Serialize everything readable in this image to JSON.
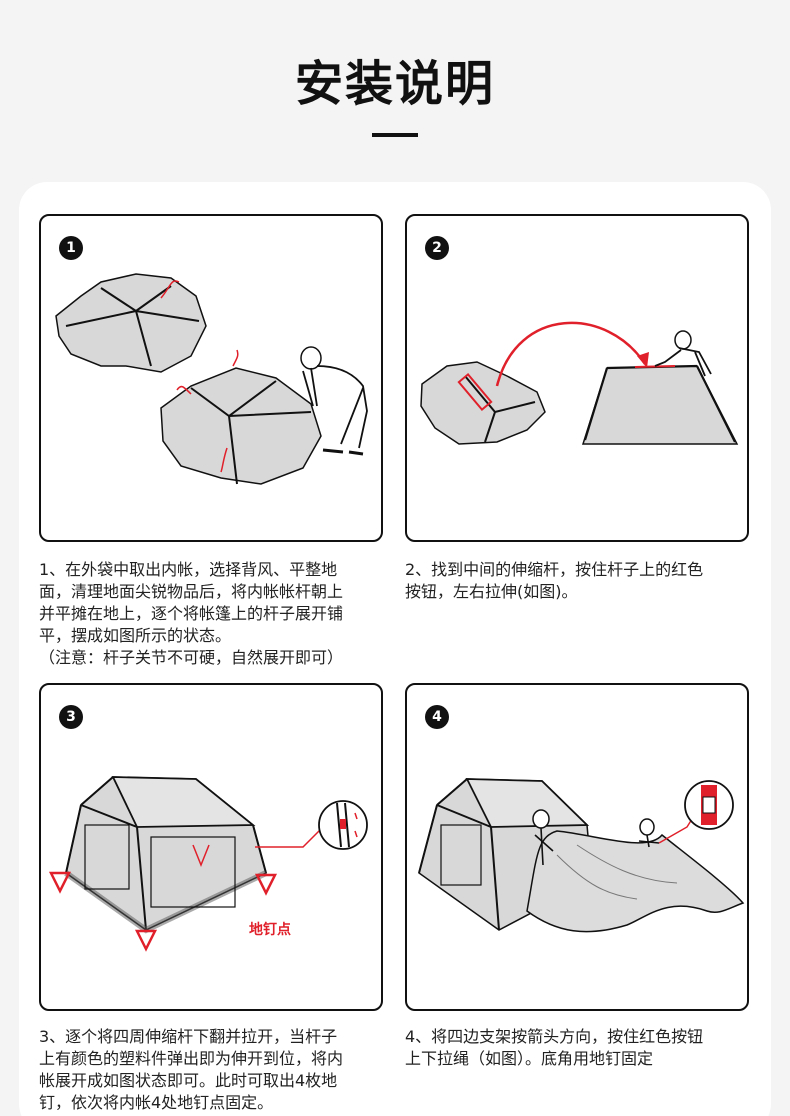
{
  "page": {
    "title": "安装说明"
  },
  "colors": {
    "accent": "#e0202a",
    "ink": "#111111",
    "tent_fill": "#d8d8d8",
    "sheet_bg": "#ffffff",
    "page_bg": "#f4f4f4"
  },
  "steps": [
    {
      "number": "1",
      "lines": [
        "1、在外袋中取出内帐，选择背风、平整地",
        "面，清理地面尖锐物品后，将内帐帐杆朝上",
        "并平摊在地上，逐个将帐篷上的杆子展开铺",
        "平，摆成如图所示的状态。",
        "（注意：杆子关节不可硬，自然展开即可）"
      ]
    },
    {
      "number": "2",
      "lines": [
        "2、找到中间的伸缩杆，按住杆子上的红色",
        "按钮，左右拉伸(如图)。"
      ]
    },
    {
      "number": "3",
      "annotation": "地钉点",
      "lines": [
        "3、逐个将四周伸缩杆下翻并拉开，当杆子",
        "上有颜色的塑料件弹出即为伸开到位，将内",
        "帐展开成如图状态即可。此时可取出4枚地",
        "钉，依次将内帐4处地钉点固定。"
      ]
    },
    {
      "number": "4",
      "lines": [
        "4、将四边支架按箭头方向，按住红色按钮",
        "上下拉绳（如图）。底角用地钉固定"
      ]
    }
  ]
}
